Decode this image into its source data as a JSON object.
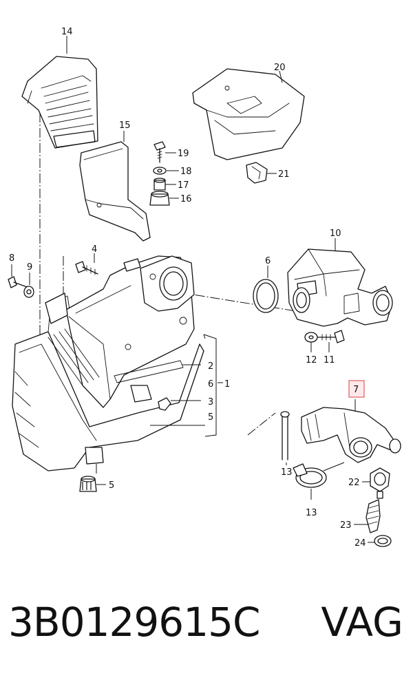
{
  "callouts": {
    "c1": "1",
    "c2": "2",
    "c3": "3",
    "c4": "4",
    "c5a": "5",
    "c5b": "5",
    "c6a": "6",
    "c6b": "6",
    "c7": "7",
    "c8": "8",
    "c9": "9",
    "c10": "10",
    "c11": "11",
    "c12": "12",
    "c13a": "13",
    "c13b": "13",
    "c14": "14",
    "c15": "15",
    "c16": "16",
    "c17": "17",
    "c18": "18",
    "c19": "19",
    "c20": "20",
    "c21": "21",
    "c22": "22",
    "c23": "23",
    "c24": "24"
  },
  "highlighted_callout": "7",
  "highlight_color": "#e05a62",
  "footer": {
    "part_number": "3B0129615C",
    "brand": "VAG"
  }
}
